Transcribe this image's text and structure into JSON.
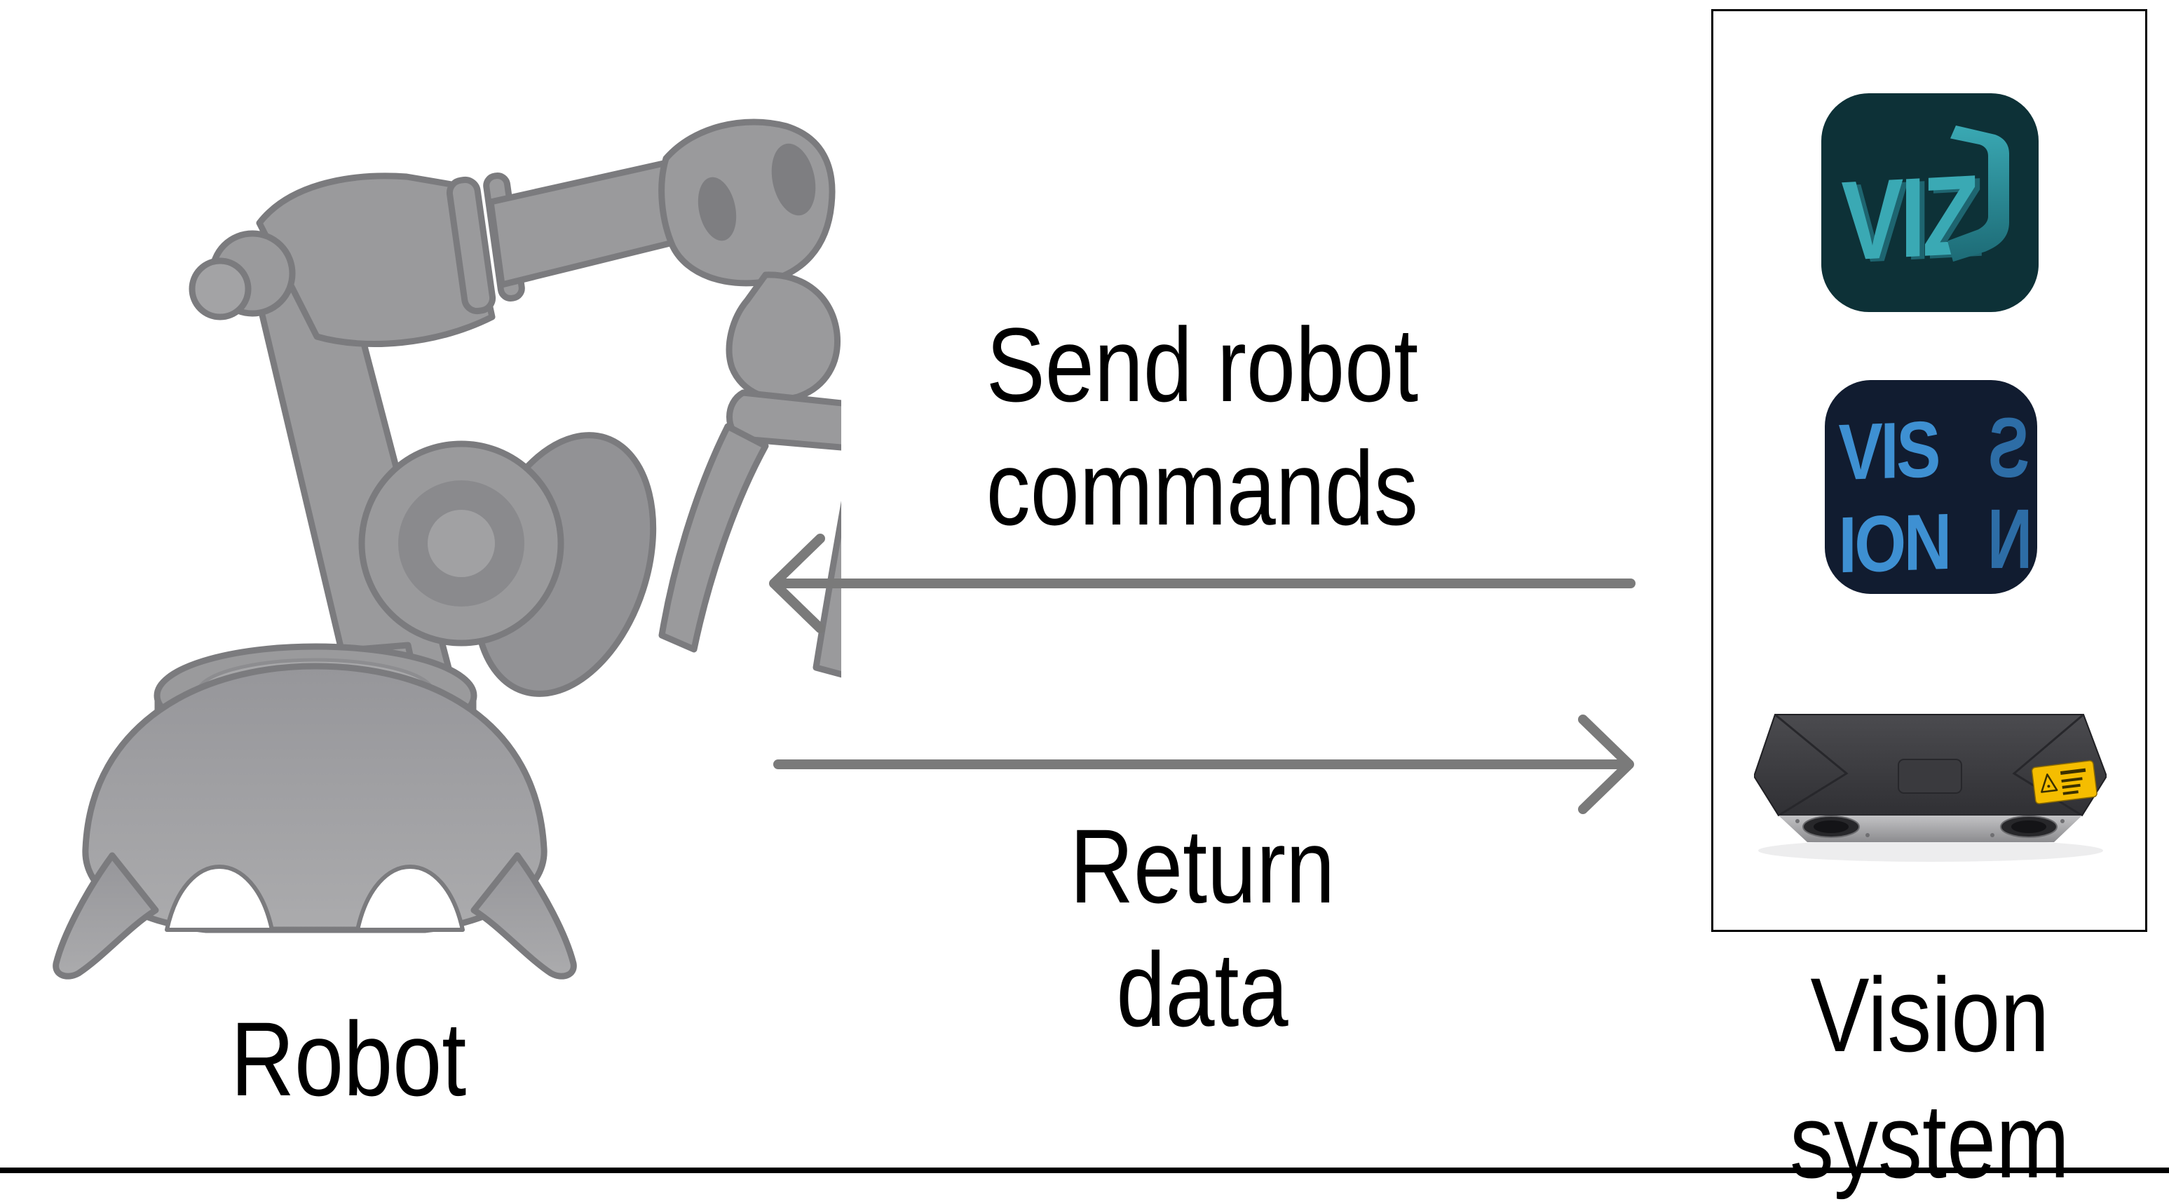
{
  "diagram": {
    "robot": {
      "caption": "Robot"
    },
    "arrows": {
      "to_robot": {
        "label_line1": "Send robot",
        "label_line2": "commands",
        "direction": "left"
      },
      "to_vision": {
        "label_line1": "Return",
        "label_line2": "data",
        "direction": "right"
      }
    },
    "vision_system": {
      "caption_line1": "Vision",
      "caption_line2": "system",
      "viz_app_logo_text": "VIZ",
      "vision_app_logo_line1": "VIS",
      "vision_app_logo_line2": "ION",
      "vision_app_side_glyph_s": "S",
      "vision_app_side_glyph_n": "N"
    },
    "colors": {
      "arrow_gray": "#7a7a7a",
      "robot_gray": "#9a9a9c",
      "robot_outline": "#7b7b7e",
      "viz_icon_bg": "#0d3137",
      "viz_icon_letters": "#3aa9b4",
      "vision_icon_bg": "#111c30",
      "vision_icon_letters": "#3e90d2",
      "camera_body": "#3d3d40",
      "camera_warning_label": "#f5bd00",
      "box_border": "#000000",
      "text": "#000000"
    }
  }
}
